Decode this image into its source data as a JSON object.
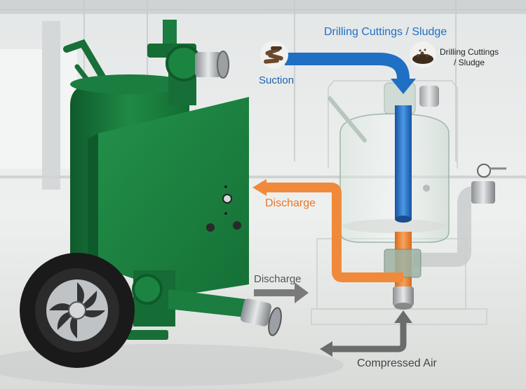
{
  "labels": {
    "title": "Drilling Cuttings / Sludge",
    "suction": "Suction",
    "cuttings_line1": "Drilling Cuttings",
    "cuttings_line2": "/ Sludge",
    "discharge_top": "Discharge",
    "discharge_bottom": "Discharge",
    "compressed_air": "Compressed Air"
  },
  "colors": {
    "suction_flow": "#1f6fc4",
    "discharge_flow": "#f08a3a",
    "air_flow": "#6b6b6b",
    "pump_body": "#1f8a45"
  },
  "icons": [
    "cuttings-pile-icon",
    "cuttings-pile-icon-right"
  ]
}
